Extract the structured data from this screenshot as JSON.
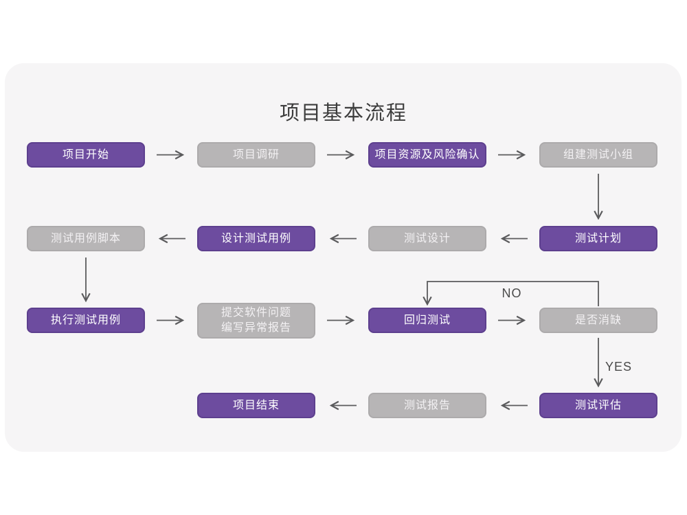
{
  "title": "项目基本流程",
  "colors": {
    "page_bg": "#ffffff",
    "card_bg": "#f6f5f6",
    "purple_fill": "#6d4c9f",
    "purple_border": "#5d3f8e",
    "gray_fill": "#b7b5b6",
    "gray_border": "#acaaab",
    "node_text": "#ffffff",
    "arrow": "#5a5a5c",
    "edge_label_text": "#4a4a4a",
    "title_text": "#3c3c3c"
  },
  "nodes": [
    {
      "label": "项目开始",
      "variant": "purple"
    },
    {
      "label": "项目调研",
      "variant": "gray"
    },
    {
      "label": "项目资源及风险确认",
      "variant": "purple"
    },
    {
      "label": "组建测试小组",
      "variant": "gray"
    },
    {
      "label": "测试用例脚本",
      "variant": "gray"
    },
    {
      "label": "设计测试用例",
      "variant": "purple"
    },
    {
      "label": "测试设计",
      "variant": "gray"
    },
    {
      "label": "测试计划",
      "variant": "purple"
    },
    {
      "label": "执行测试用例",
      "variant": "purple"
    },
    {
      "label": "提交软件问题\n编写异常报告",
      "variant": "gray"
    },
    {
      "label": "回归测试",
      "variant": "purple"
    },
    {
      "label": "是否消缺",
      "variant": "gray"
    },
    {
      "label": "项目结束",
      "variant": "purple"
    },
    {
      "label": "测试报告",
      "variant": "gray"
    },
    {
      "label": "测试评估",
      "variant": "purple"
    }
  ],
  "edge_labels": {
    "no": "NO",
    "yes": "YES"
  },
  "edges": [
    "项目开始→项目调研",
    "项目调研→项目资源及风险确认",
    "项目资源及风险确认→组建测试小组",
    "组建测试小组→测试计划",
    "测试计划→测试设计",
    "测试设计→设计测试用例",
    "设计测试用例→测试用例脚本",
    "测试用例脚本→执行测试用例",
    "执行测试用例→提交软件问题编写异常报告",
    "提交软件问题编写异常报告→回归测试",
    "回归测试→是否消缺",
    "是否消缺→NO→回归测试",
    "是否消缺→YES→测试评估",
    "测试评估→测试报告",
    "测试报告→项目结束"
  ]
}
